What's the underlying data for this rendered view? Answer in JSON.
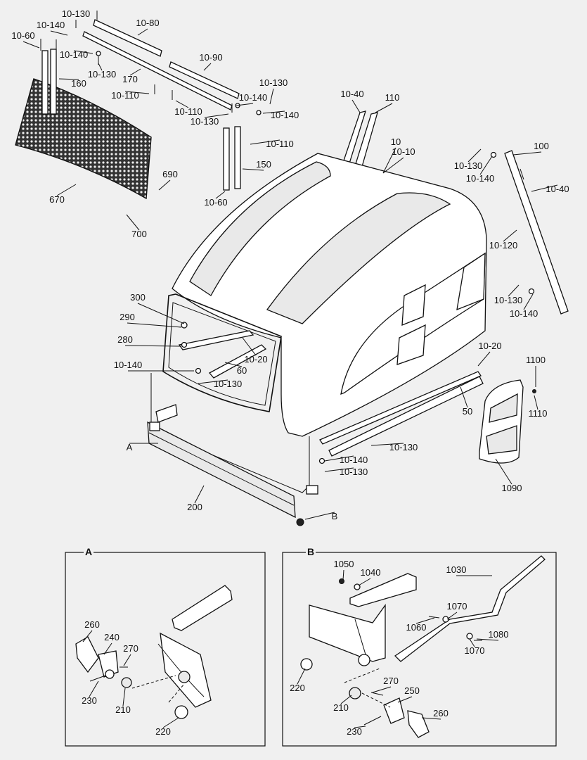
{
  "background": "#f0f0f0",
  "ink": "#111111",
  "callouts": [
    {
      "text": "10-130"
    },
    {
      "text": "10-140"
    },
    {
      "text": "10-60"
    },
    {
      "text": "10-140"
    },
    {
      "text": "10-130"
    },
    {
      "text": "160"
    },
    {
      "text": "10-80"
    },
    {
      "text": "170"
    },
    {
      "text": "10-90"
    },
    {
      "text": "10-110"
    },
    {
      "text": "10-110"
    },
    {
      "text": "10-130"
    },
    {
      "text": "10-140"
    },
    {
      "text": "10-130"
    },
    {
      "text": "10-140"
    },
    {
      "text": "10-110"
    },
    {
      "text": "150"
    },
    {
      "text": "10-60"
    },
    {
      "text": "670"
    },
    {
      "text": "690"
    },
    {
      "text": "700"
    },
    {
      "text": "10-40"
    },
    {
      "text": "110"
    },
    {
      "text": "10"
    },
    {
      "text": "10-10"
    },
    {
      "text": "10-130"
    },
    {
      "text": "10-140"
    },
    {
      "text": "100"
    },
    {
      "text": "10-40"
    },
    {
      "text": "10-120"
    },
    {
      "text": "10-130"
    },
    {
      "text": "10-140"
    },
    {
      "text": "300"
    },
    {
      "text": "290"
    },
    {
      "text": "280"
    },
    {
      "text": "10-20"
    },
    {
      "text": "10-140"
    },
    {
      "text": "60"
    },
    {
      "text": "10-130"
    },
    {
      "text": "10-20"
    },
    {
      "text": "1100"
    },
    {
      "text": "50"
    },
    {
      "text": "1110"
    },
    {
      "text": "A"
    },
    {
      "text": "10-130"
    },
    {
      "text": "10-140"
    },
    {
      "text": "10-130"
    },
    {
      "text": "1090"
    },
    {
      "text": "200"
    },
    {
      "text": "B"
    }
  ],
  "detail_a": {
    "title": "A",
    "callouts": [
      {
        "text": "260"
      },
      {
        "text": "240"
      },
      {
        "text": "270"
      },
      {
        "text": "230"
      },
      {
        "text": "210"
      },
      {
        "text": "220"
      }
    ]
  },
  "detail_b": {
    "title": "B",
    "callouts": [
      {
        "text": "1050"
      },
      {
        "text": "1040"
      },
      {
        "text": "1030"
      },
      {
        "text": "1070"
      },
      {
        "text": "1060"
      },
      {
        "text": "1080"
      },
      {
        "text": "1070"
      },
      {
        "text": "220"
      },
      {
        "text": "270"
      },
      {
        "text": "250"
      },
      {
        "text": "210"
      },
      {
        "text": "260"
      },
      {
        "text": "230"
      }
    ]
  }
}
